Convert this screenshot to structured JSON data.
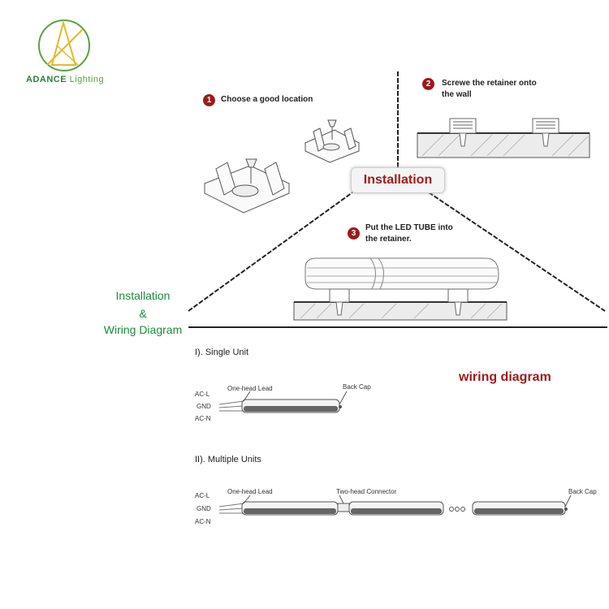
{
  "brand": {
    "name_part1": "ADANCE",
    "name_part2": "Lighting",
    "logo_icon": "triangle-brand-logo-icon",
    "colors": {
      "primary": "#2a7d3a",
      "accent": "#5aa142",
      "logo_yellow": "#e3b92e"
    }
  },
  "side_title": {
    "line1": "Installation",
    "line2": "&",
    "line3": "Wiring Diagram"
  },
  "installation": {
    "title": "Installation",
    "steps": [
      {
        "num": "1",
        "text_line1": "Choose a good location",
        "text_line2": ""
      },
      {
        "num": "2",
        "text_line1": "Screwe the retainer onto",
        "text_line2": "the wall"
      },
      {
        "num": "3",
        "text_line1": "Put the LED TUBE into",
        "text_line2": "the retainer."
      }
    ]
  },
  "wiring": {
    "title": "wiring diagram",
    "single": {
      "title": "I). Single Unit",
      "labels": {
        "acl": "AC-L",
        "gnd": "GND",
        "acn": "AC-N",
        "lead": "One-head Lead",
        "cap": "Back Cap"
      }
    },
    "multiple": {
      "title": "II). Multiple Units",
      "labels": {
        "acl": "AC-L",
        "gnd": "GND",
        "acn": "AC-N",
        "lead": "One-head Lead",
        "connector": "Two-head Connector",
        "cap": "Back Cap"
      }
    }
  },
  "colors": {
    "step_badge": "#9a1b1b",
    "title_red": "#a01c1c",
    "side_green": "#1b8a3a"
  }
}
